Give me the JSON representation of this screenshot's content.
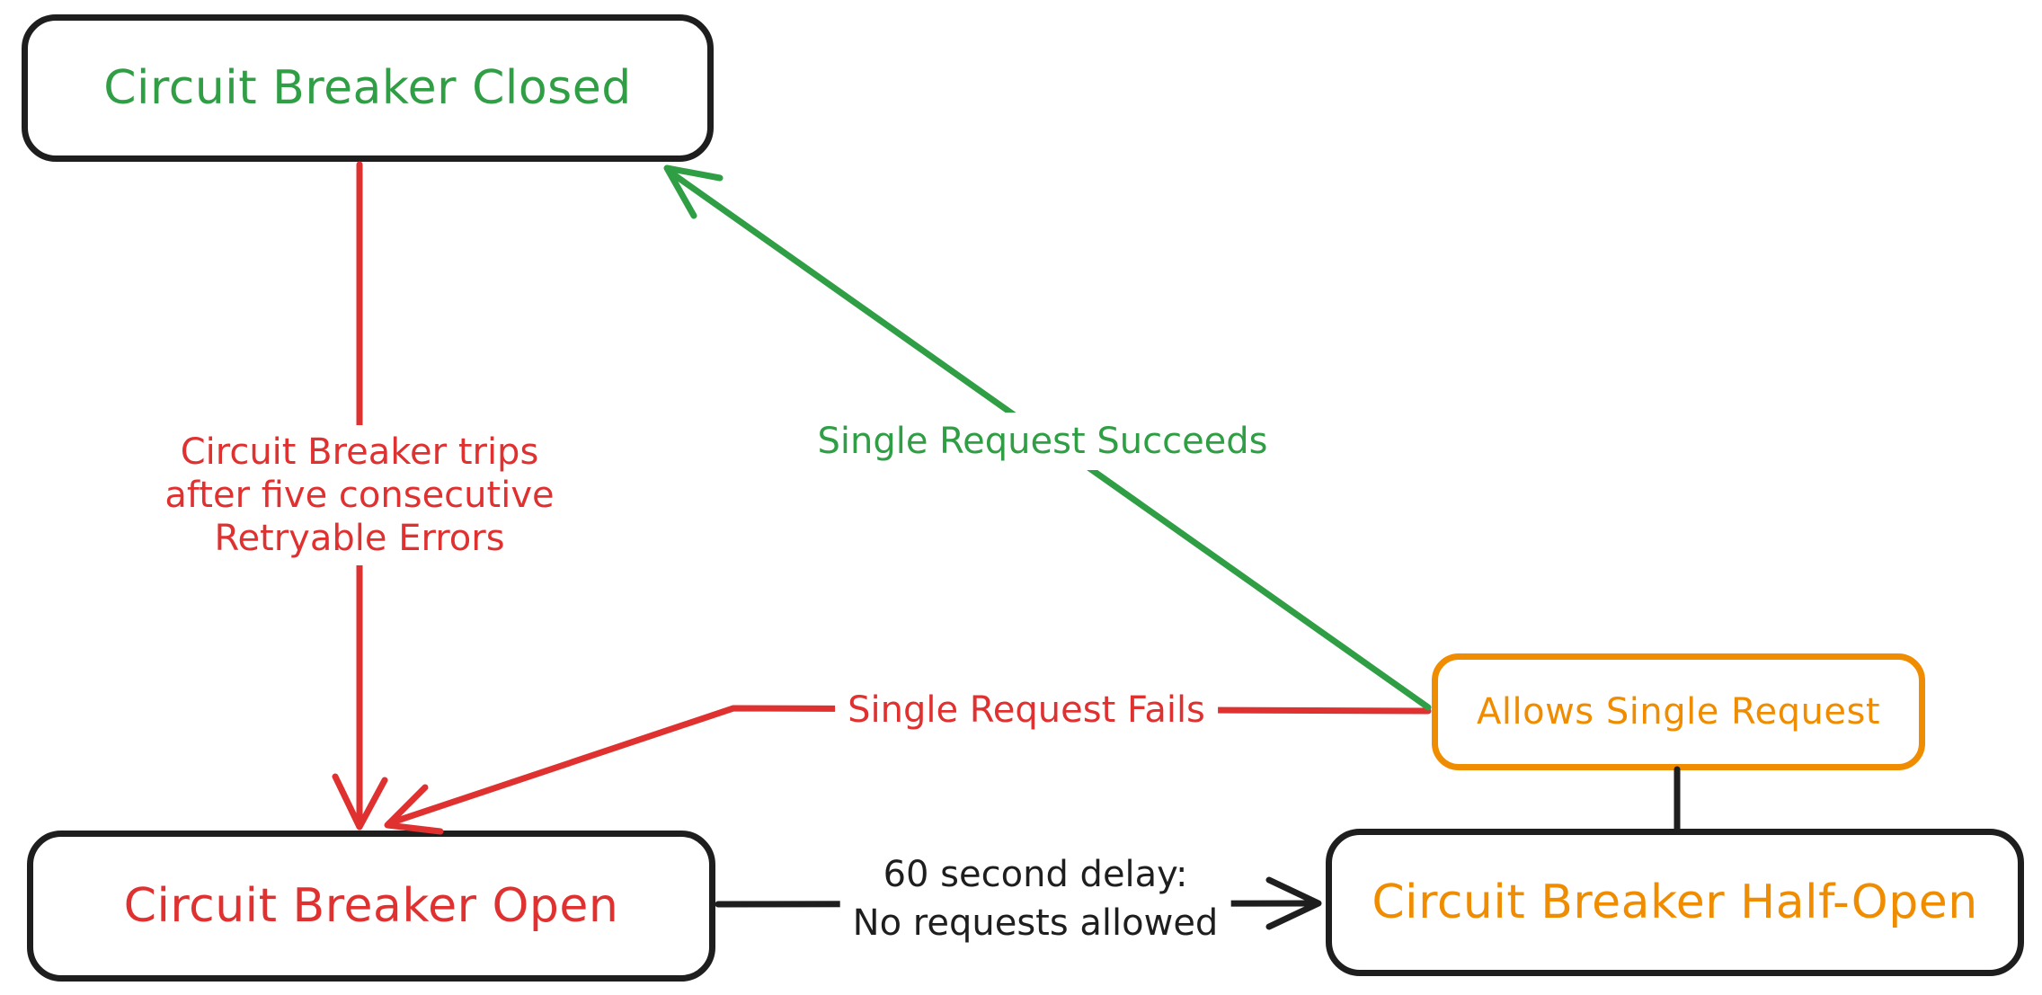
{
  "colors": {
    "green": "#2f9e44",
    "red": "#e03131",
    "orange": "#f08c00",
    "ink": "#1e1e1e",
    "canvas": "#ffffff"
  },
  "diagram": {
    "kind": "state-diagram",
    "nodes": {
      "closed": {
        "label": "Circuit Breaker Closed"
      },
      "open": {
        "label": "Circuit Breaker Open"
      },
      "half_open": {
        "label": "Circuit Breaker Half-Open"
      },
      "allows": {
        "label": "Allows Single Request"
      }
    },
    "edges": {
      "trips": {
        "from": "closed",
        "to": "open",
        "color": "#e03131",
        "label": "Circuit Breaker trips\nafter five consecutive\nRetryable Errors"
      },
      "succeeds": {
        "from": "allows",
        "to": "closed",
        "color": "#2f9e44",
        "label": "Single Request Succeeds"
      },
      "fails": {
        "from": "allows",
        "to": "open",
        "color": "#e03131",
        "label": "Single Request Fails"
      },
      "delay": {
        "from": "open",
        "to": "half_open",
        "color": "#1e1e1e",
        "label": "60 second delay:\nNo requests allowed"
      },
      "connector": {
        "from": "half_open",
        "to": "allows",
        "color": "#1e1e1e",
        "label": ""
      }
    }
  }
}
